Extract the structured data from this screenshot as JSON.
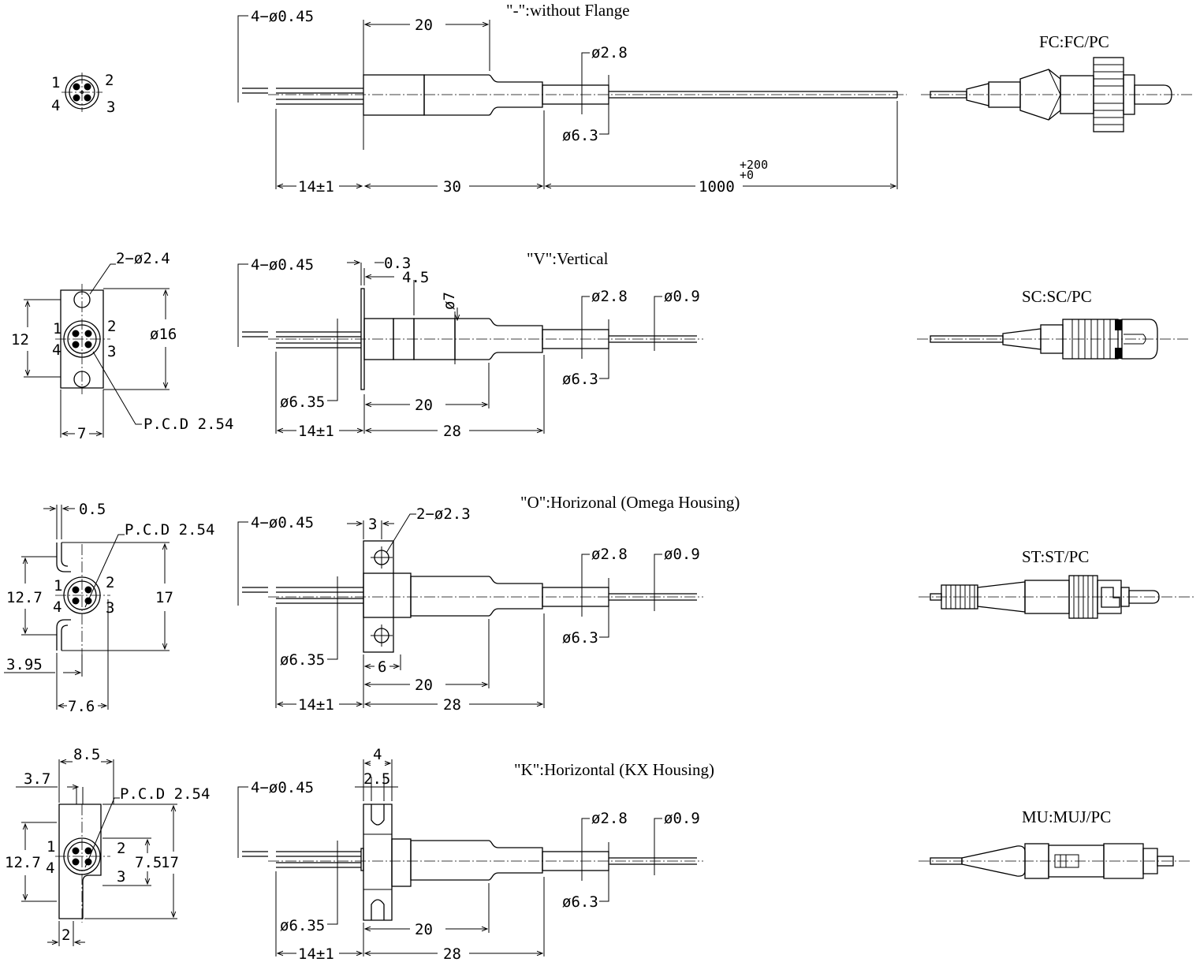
{
  "views": [
    {
      "id": "without-flange",
      "title": "\"-\":without Flange",
      "pin_labels": [
        "1",
        "2",
        "3",
        "4"
      ],
      "dims": {
        "pins": "4−ø0.45",
        "sleeve": "20",
        "d28": "ø2.8",
        "d63": "ø6.3",
        "lead": "14±1",
        "body": "30",
        "fiber": "1000",
        "fiber_tol_upper": "+200",
        "fiber_tol_lower": "+0"
      }
    },
    {
      "id": "vertical",
      "title": "\"V\":Vertical",
      "pin_labels": [
        "1",
        "2",
        "3",
        "4"
      ],
      "dims": {
        "holes": "2−ø2.4",
        "height": "12",
        "flange_d": "ø16",
        "width": "7",
        "pcd": "P.C.D 2.54",
        "pins": "4−ø0.45",
        "flange_t": "0.3",
        "flange_off": "4.5",
        "d7": "ø7",
        "d28": "ø2.8",
        "d09": "ø0.9",
        "d635": "ø6.35",
        "sleeve": "20",
        "d63": "ø6.3",
        "lead": "14±1",
        "body": "28"
      }
    },
    {
      "id": "omega",
      "title": "\"O\":Horizonal (Omega Housing)",
      "pin_labels": [
        "1",
        "2",
        "3",
        "4"
      ],
      "dims": {
        "thick": "0.5",
        "pcd": "P.C.D 2.54",
        "height": "12.7",
        "total": "17",
        "offset": "3.95",
        "width": "7.6",
        "pins": "4−ø0.45",
        "tab": "3",
        "holes": "2−ø2.3",
        "d28": "ø2.8",
        "d09": "ø0.9",
        "d635": "ø6.35",
        "d63": "ø6.3",
        "six": "6",
        "sleeve": "20",
        "lead": "14±1",
        "body": "28"
      }
    },
    {
      "id": "kx",
      "title": "\"K\":Horizontal (KX Housing)",
      "pin_labels": [
        "1",
        "2",
        "3",
        "4"
      ],
      "dims": {
        "top": "8.5",
        "offset": "3.7",
        "pcd": "P.C.D 2.54",
        "height": "12.7",
        "inner": "7.5",
        "total": "17",
        "two": "2",
        "pins": "4−ø0.45",
        "slot_w": "4",
        "slot_in": "2.5",
        "d28": "ø2.8",
        "d09": "ø0.9",
        "d635": "ø6.35",
        "sleeve": "20",
        "d63": "ø6.3",
        "lead": "14±1",
        "body": "28"
      }
    }
  ],
  "connectors": [
    {
      "id": "fc",
      "label": "FC:FC/PC"
    },
    {
      "id": "sc",
      "label": "SC:SC/PC"
    },
    {
      "id": "st",
      "label": "ST:ST/PC"
    },
    {
      "id": "mu",
      "label": "MU:MUJ/PC"
    }
  ],
  "colors": {
    "line": "#000000",
    "background": "#ffffff"
  }
}
